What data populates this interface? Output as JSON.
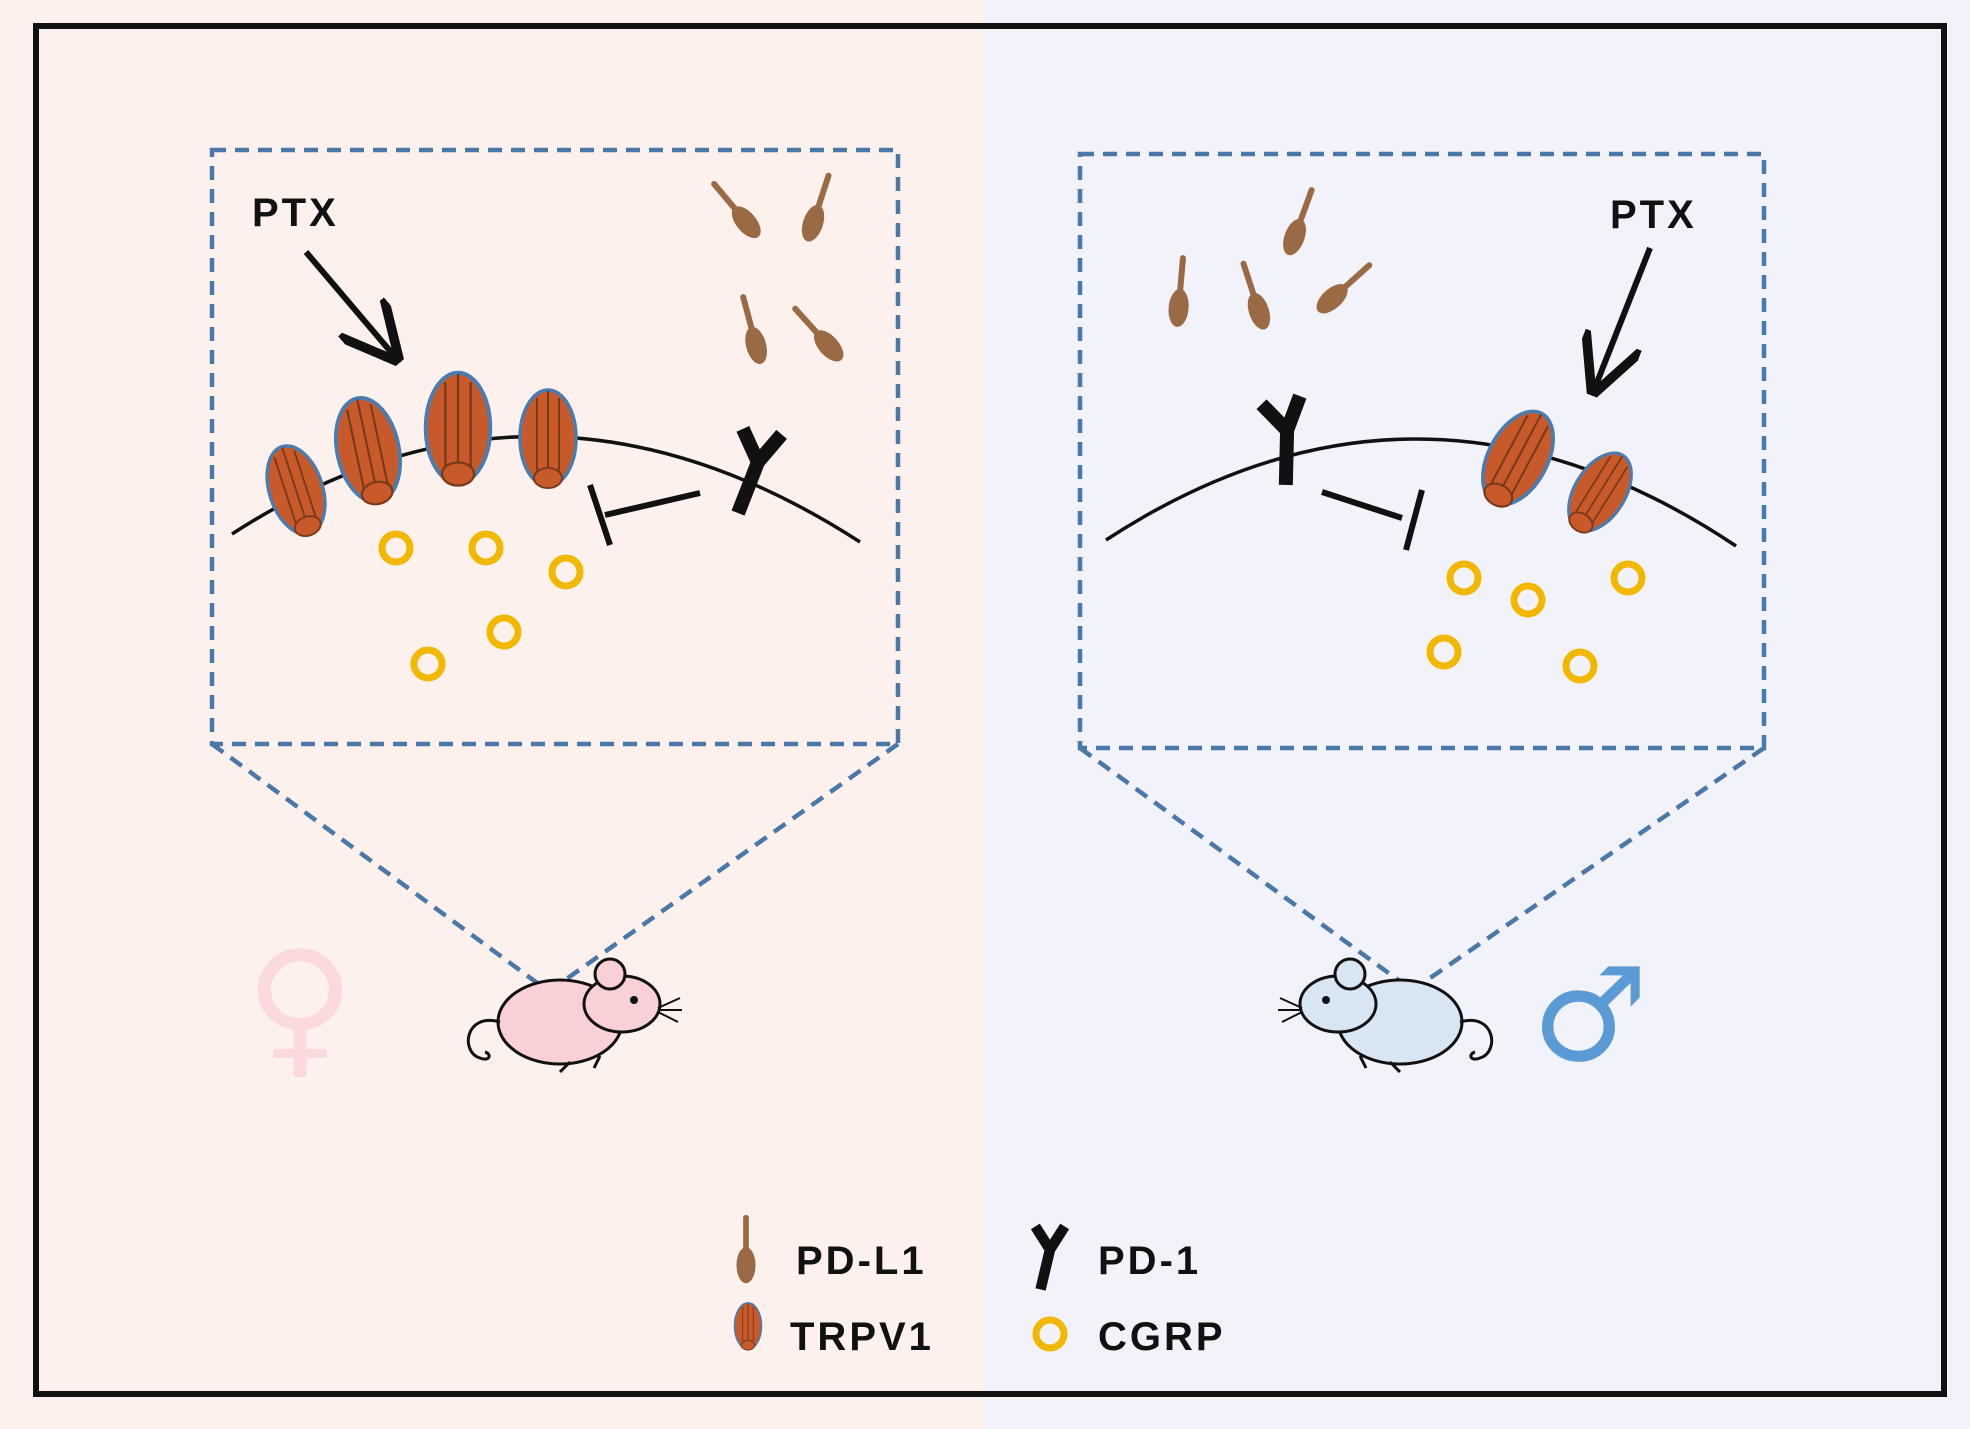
{
  "colors": {
    "female_bg": "#fdf1ed",
    "male_bg": "#f2f2fa",
    "frame": "#111111",
    "dashed_box": "#4a78a8",
    "trpv1_fill": "#c85a2a",
    "trpv1_outline": "#4a7cb0",
    "pdl1": "#9a6a44",
    "cgrp": "#f2b800",
    "female_symbol": "#fbd9dd",
    "male_symbol": "#5b9bd5",
    "female_mouse": "#f8d0d6",
    "male_mouse": "#d8e6f3"
  },
  "female": {
    "ptx_label": "PTX",
    "symbol": "♀",
    "symbol_icon": "female-symbol-icon",
    "mouse_icon": "mouse-icon"
  },
  "male": {
    "ptx_label": "PTX",
    "symbol": "♂",
    "symbol_icon": "male-symbol-icon",
    "mouse_icon": "mouse-icon"
  },
  "legend": {
    "pdl1": "PD-L1",
    "pd1": "PD-1",
    "trpv1": "TRPV1",
    "cgrp": "CGRP"
  }
}
